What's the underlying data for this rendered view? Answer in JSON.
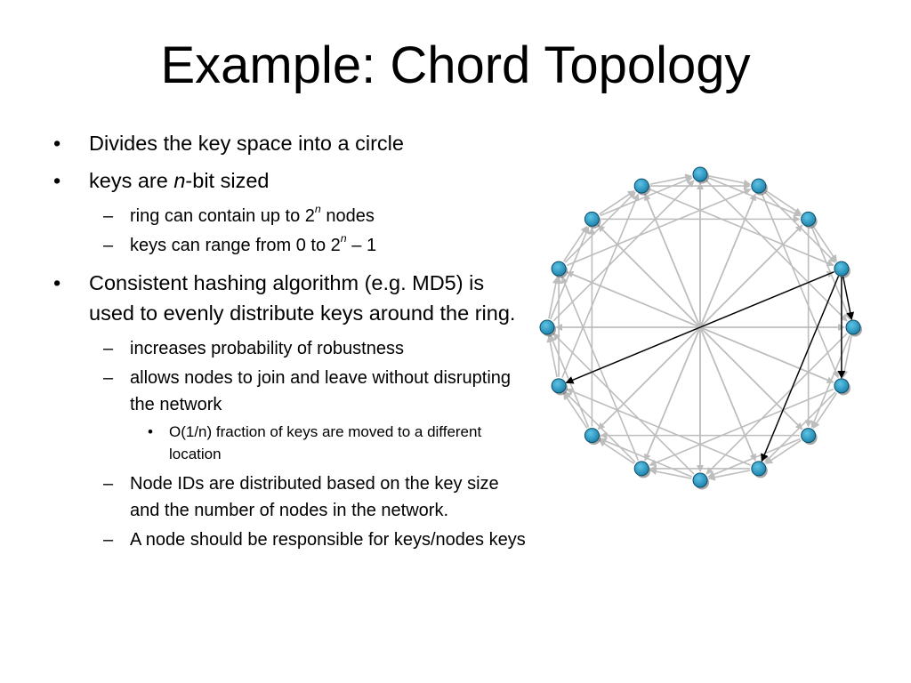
{
  "slide": {
    "title": "Example: Chord Topology"
  },
  "bullets": {
    "b1": "Divides the key space into a circle",
    "b2_before": "keys are ",
    "b2_var": "n",
    "b2_after": "-bit sized",
    "b2_1_before": "ring can contain up to 2",
    "b2_1_sup": "n",
    "b2_1_after": " nodes",
    "b2_2_before": "keys can range from 0 to 2",
    "b2_2_sup": "n",
    "b2_2_after": " – 1",
    "b3": "Consistent hashing algorithm (e.g. MD5) is used to evenly distribute keys around the ring.",
    "b3_1": "increases probability of robustness",
    "b3_2": "allows nodes to join and leave without disrupting the network",
    "b3_2_1": "O(1/n) fraction of keys are moved to a different location",
    "b3_3": "Node IDs are distributed based on the key size and the number of nodes in the network.",
    "b3_4": "A node should be responsible for keys/nodes keys",
    "marker_l1": "•",
    "marker_l2": "–",
    "marker_l3": "•"
  },
  "diagram": {
    "node_count": 16,
    "node_color": "#2b9bc3",
    "chord_color": "#bdbdbd",
    "finger_color": "#000000",
    "finger_source_node": 3,
    "finger_target_nodes": [
      4,
      5,
      7,
      11
    ]
  }
}
